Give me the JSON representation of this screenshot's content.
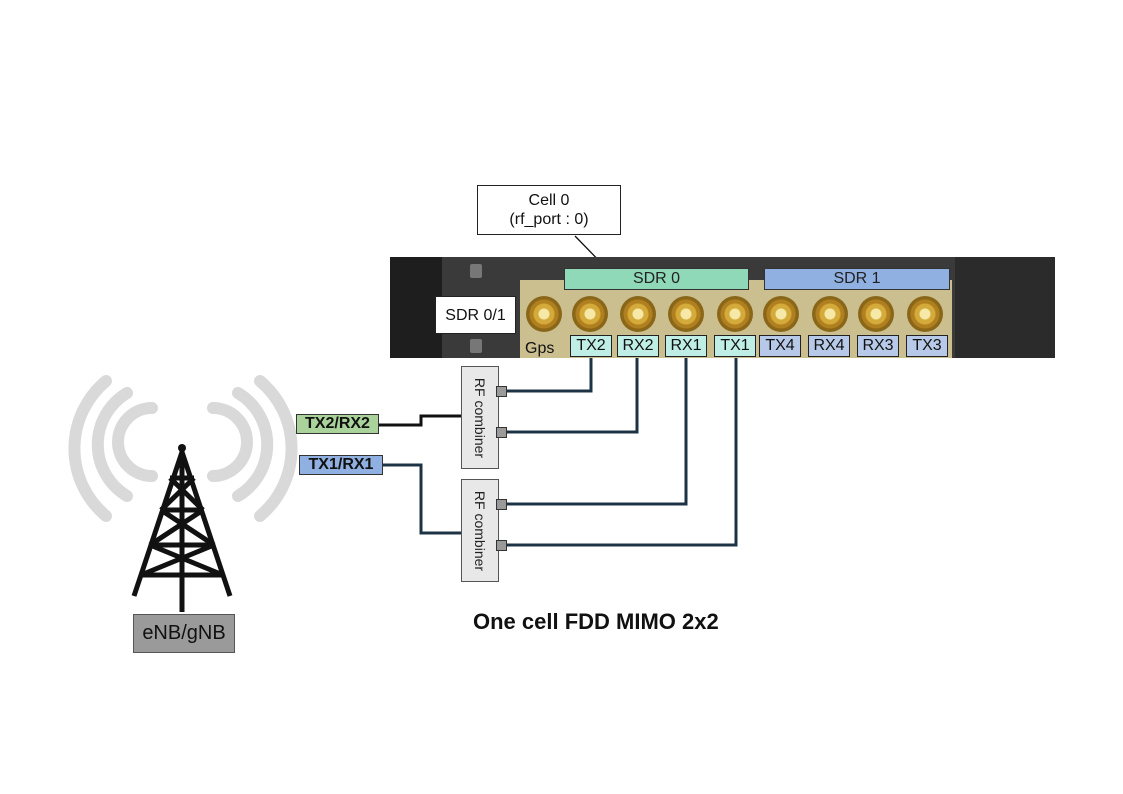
{
  "cell_label": {
    "line1": "Cell 0",
    "line2": "(rf_port : 0)"
  },
  "sdr0_label": "SDR 0",
  "sdr1_label": "SDR 1",
  "sdr01_label": "SDR 0/1",
  "gps_label": "Gps",
  "ports": [
    "TX2",
    "RX2",
    "RX1",
    "TX1",
    "TX4",
    "RX4",
    "RX3",
    "TX3"
  ],
  "combiner_label": "RF combiner",
  "antenna_labels": [
    "TX2/RX2",
    "TX1/RX1"
  ],
  "tower_label": "eNB/gNB",
  "caption": "One cell FDD MIMO 2x2",
  "colors": {
    "sdr0": "#8fd8b8",
    "sdr1": "#8fb0e0",
    "port_sdr0": "#bfeee6",
    "port_sdr1": "#b7c9e8",
    "txrx2": "#a9d39a",
    "txrx1": "#8fb0e0",
    "wire": "#1c3345"
  },
  "icons": [
    "antenna-tower-icon",
    "signal-wave-icon",
    "sma-connector-icon"
  ]
}
